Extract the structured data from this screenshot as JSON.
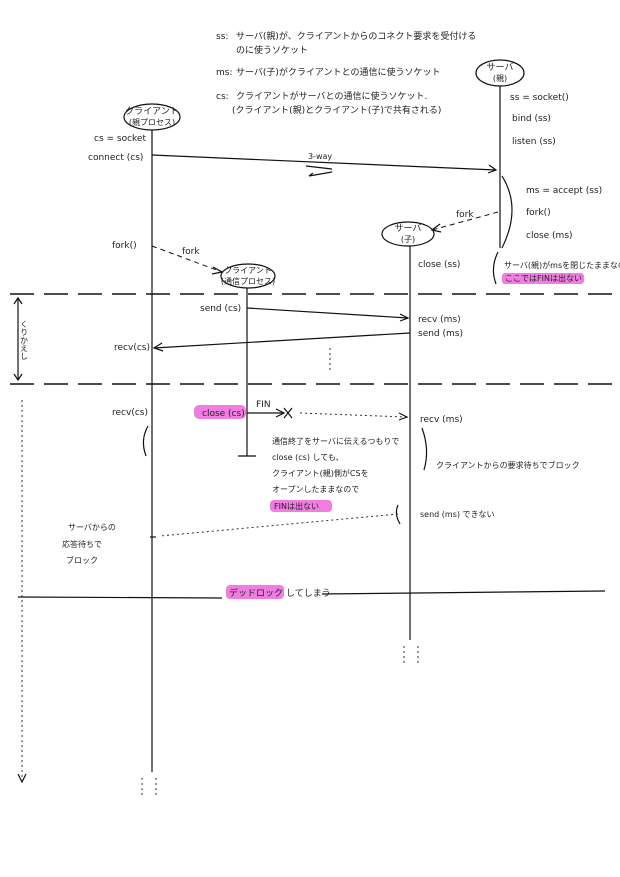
{
  "legend": {
    "ss_key": "ss:",
    "ss_line1": "サーバ(親)が、クライアントからのコネクト要求を受付ける",
    "ss_line2": "のに使うソケット",
    "ms_key": "ms:",
    "ms_line": "サーバ(子)がクライアントとの通信に使うソケット",
    "cs_key": "cs:",
    "cs_line1": "クライアントがサーバとの通信に使うソケット.",
    "cs_line2": "(クライアント(親)とクライアント(子)で共有される)"
  },
  "actors": {
    "client_parent": {
      "name": "クライアント",
      "sub": "(親プロセス)"
    },
    "server_parent": {
      "name": "サーバ",
      "sub": "(親)"
    },
    "server_child": {
      "name": "サーバ",
      "sub": "(子)"
    },
    "client_child": {
      "name": "クライアント",
      "sub": "(通信プロセス)"
    }
  },
  "server_parent_calls": {
    "socket": "ss = socket()",
    "bind": "bind (ss)",
    "listen": "listen (ss)",
    "accept": "ms = accept (ss)",
    "fork": "fork()",
    "close": "close (ms)",
    "note1": "サーバ(親)がmsを閉じたままなので",
    "note2": "ここではFINは出ない"
  },
  "client_parent_calls": {
    "socket": "cs = socket",
    "connect": "connect (cs)",
    "fork": "fork()",
    "recv1": "recv(cs)",
    "recv2": "recv(cs)",
    "wait_note1": "サーバからの",
    "wait_note2": "応答待ちで",
    "wait_note3": "ブロック"
  },
  "messages": {
    "three_way": "3-way",
    "fork_server": "fork",
    "fork_client": "fork",
    "fin": "FIN"
  },
  "server_child_calls": {
    "close": "close (ss)",
    "recv": "recv (ms)",
    "send": "send (ms)",
    "recv2": "recv (ms)",
    "block_note": "クライアントからの要求待ちでブロック",
    "send_not": "send (ms) できない"
  },
  "client_child_calls": {
    "send": "send (cs)",
    "close": "close (cs)"
  },
  "side_label": {
    "repeat": "くりかえし"
  },
  "close_note": {
    "line1": "通信終了をサーバに伝えるつもりで",
    "line2": "close (cs) しても、",
    "line3": "クライアント(親)側がCSを",
    "line4": "オープンしたままなので",
    "line5": "FINは出ない"
  },
  "deadlock": {
    "hl": "デッドロック",
    "rest": "してしまう"
  }
}
